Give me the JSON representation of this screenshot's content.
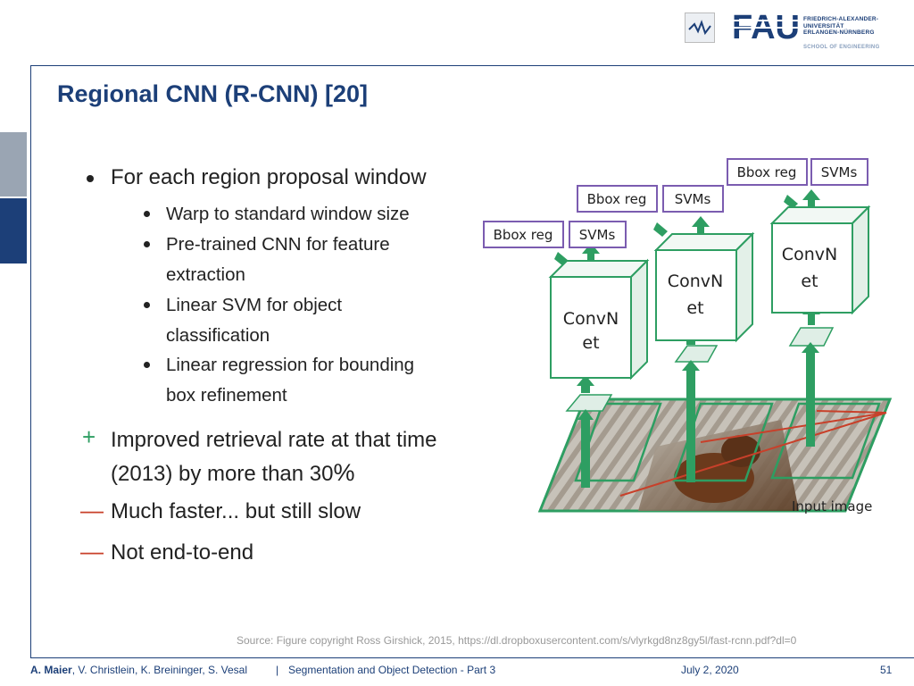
{
  "header": {
    "brand": "FAU",
    "university_lines": [
      "FRIEDRICH-ALEXANDER-",
      "UNIVERSITÄT",
      "ERLANGEN-NÜRNBERG"
    ],
    "school": "SCHOOL OF ENGINEERING"
  },
  "slide": {
    "title": "Regional CNN (R-CNN) [20]",
    "bullet_main": "For each region proposal window",
    "sub_bullets": [
      [
        "Warp to standard window size"
      ],
      [
        "Pre-trained CNN for feature",
        "extraction"
      ],
      [
        "Linear SVM for object",
        "classification"
      ],
      [
        "Linear regression for bounding",
        "box refinement"
      ]
    ],
    "pro": {
      "sign": "+",
      "lines": [
        "Improved retrieval rate at that time",
        "(2013) by more than 30"
      ],
      "unit": "%"
    },
    "cons": [
      {
        "sign": "—",
        "text": "Much faster... but still slow"
      },
      {
        "sign": "—",
        "text": "Not end-to-end"
      }
    ],
    "source": "Source: Figure copyright Ross Girshick, 2015, https://dl.dropboxusercontent.com/s/vlyrkgd8nz8gy5l/fast-rcnn.pdf?dl=0"
  },
  "diagram": {
    "bbox_label": "Bbox reg",
    "svm_label": "SVMs",
    "convnet_lines": [
      "ConvN",
      "et"
    ],
    "input_label": "Input image"
  },
  "footer": {
    "author_bold": "A. Maier",
    "authors_rest": ", V. Christlein, K. Breininger, S. Vesal",
    "separator": "|",
    "course": "Segmentation and Object Detection - Part 3",
    "date": "July 2, 2020",
    "page": "51"
  },
  "colors": {
    "brand": "#1c3f78",
    "green": "#2e9e62",
    "purple": "#7b5cb0",
    "red": "#c8402a"
  }
}
